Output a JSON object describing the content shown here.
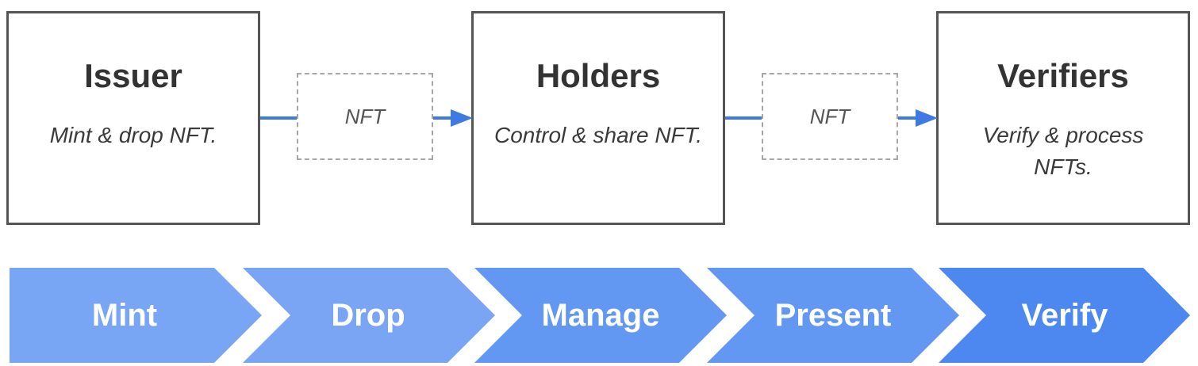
{
  "actors": [
    {
      "title": "Issuer",
      "description": "Mint & drop NFT."
    },
    {
      "title": "Holders",
      "description": "Control & share NFT."
    },
    {
      "title": "Verifiers",
      "description": "Verify & process NFTs."
    }
  ],
  "tokens": [
    "NFT",
    "NFT"
  ],
  "stages": [
    {
      "label": "Mint",
      "color": "#79a6f4"
    },
    {
      "label": "Drop",
      "color": "#7aa4f4"
    },
    {
      "label": "Manage",
      "color": "#6298f2"
    },
    {
      "label": "Present",
      "color": "#6398f2"
    },
    {
      "label": "Verify",
      "color": "#4c88ef"
    }
  ],
  "colors": {
    "box_border": "#555555",
    "dashed_border": "#a7a7a7",
    "connector": "#3f7ae3"
  }
}
